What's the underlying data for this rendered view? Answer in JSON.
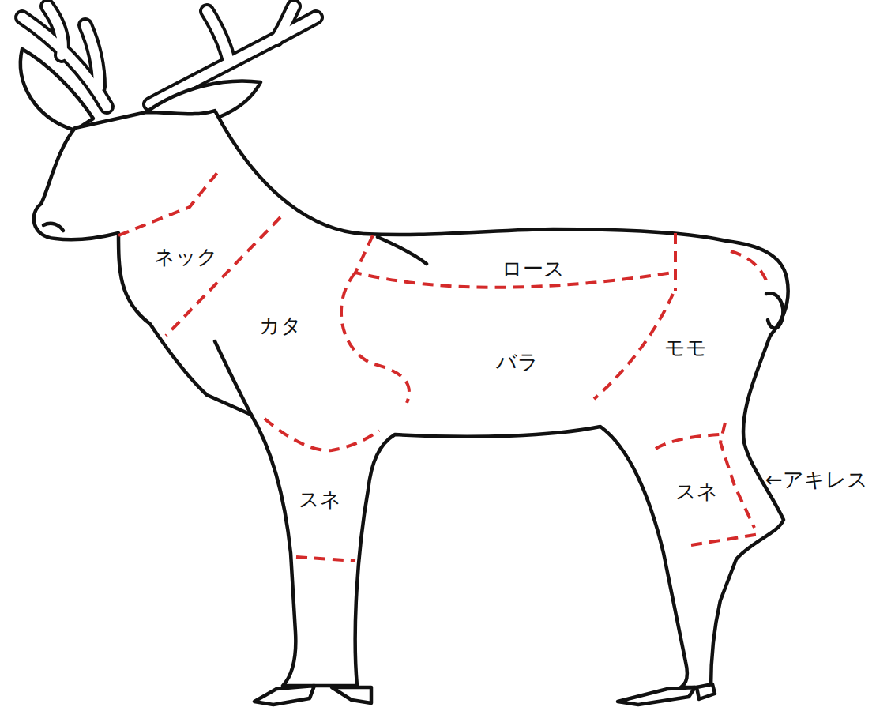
{
  "diagram": {
    "labels": [
      "ネック",
      "ロース",
      "カタ",
      "モモ",
      "バラ",
      "←アキレス",
      "スネ",
      "スネ"
    ]
  }
}
